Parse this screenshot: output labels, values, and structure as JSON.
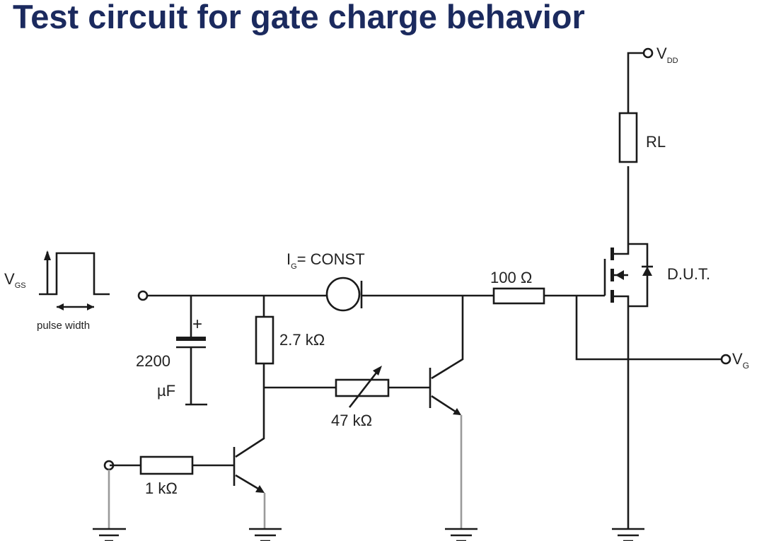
{
  "title": "Test circuit for gate charge behavior",
  "labels": {
    "vdd_main": "V",
    "vdd_sub": "DD",
    "rl": "RL",
    "dut": "D.U.T.",
    "vg_main": "V",
    "vg_sub": "G",
    "vgs_main": "V",
    "vgs_sub": "GS",
    "pulse_width": "pulse width",
    "ig_main": "I",
    "ig_sub": "G",
    "ig_rest": "= CONST",
    "r100": "100 Ω",
    "r2k7": "2.7 kΩ",
    "r47k": "47 kΩ",
    "r1k": "1 kΩ",
    "cap_value": "2200",
    "cap_unit": "µF",
    "cap_plus": "+"
  }
}
